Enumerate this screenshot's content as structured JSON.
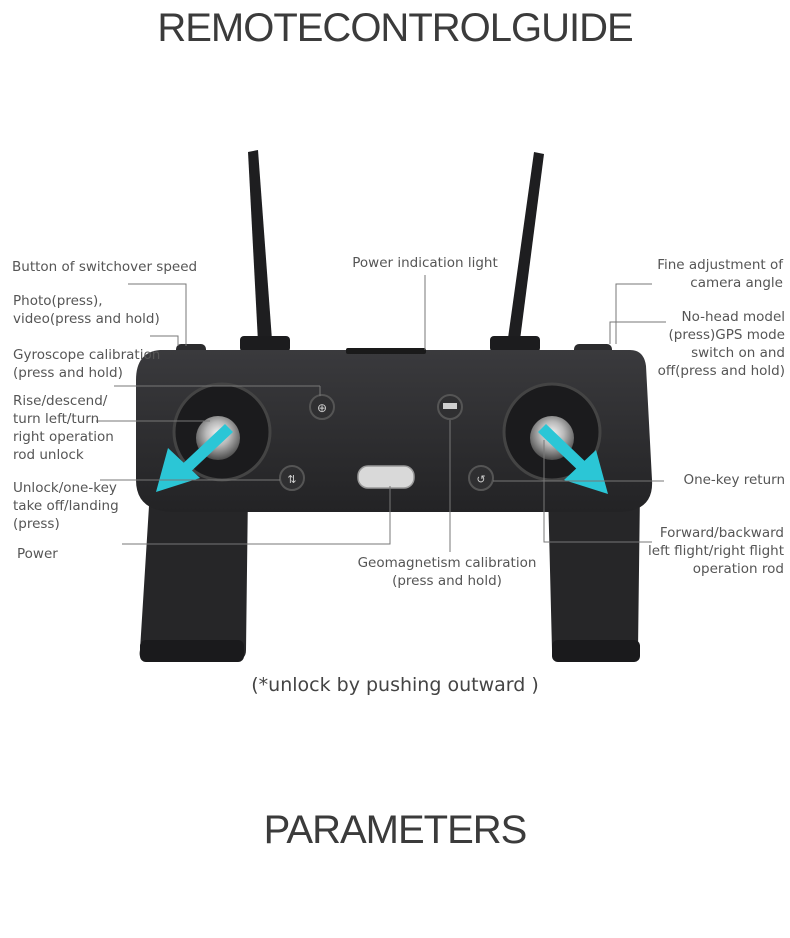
{
  "header": {
    "title": "REMOTECONTROLGUIDE"
  },
  "footer": {
    "title": "PARAMETERS"
  },
  "note": "(*unlock by pushing outward )",
  "labels": {
    "switch_speed": "Button of switchover speed",
    "photo_video": "Photo(press),\nvideo(press and hold)",
    "gyro": "Gyroscope calibration\n(press and hold)",
    "rise_descend": "Rise/descend/\nturn left/turn\nright operation\nrod unlock",
    "unlock_key": "Unlock/one-key\n take off/landing\n(press)",
    "power": "Power",
    "power_light": "Power indication light",
    "fine_adjust": "Fine adjustment of\ncamera angle",
    "headless": "No-head model\n(press)GPS mode\nswitch on and\noff(press and hold)",
    "one_key_return": "One-key return",
    "forward_backward": "Forward/backward\nleft flight/right flight\noperation rod",
    "geomag": "Geomagnetism calibration\n(press and hold)"
  },
  "colors": {
    "arrow": "#2bc6d6",
    "body": "#2a2a2c",
    "line": "#777777"
  }
}
